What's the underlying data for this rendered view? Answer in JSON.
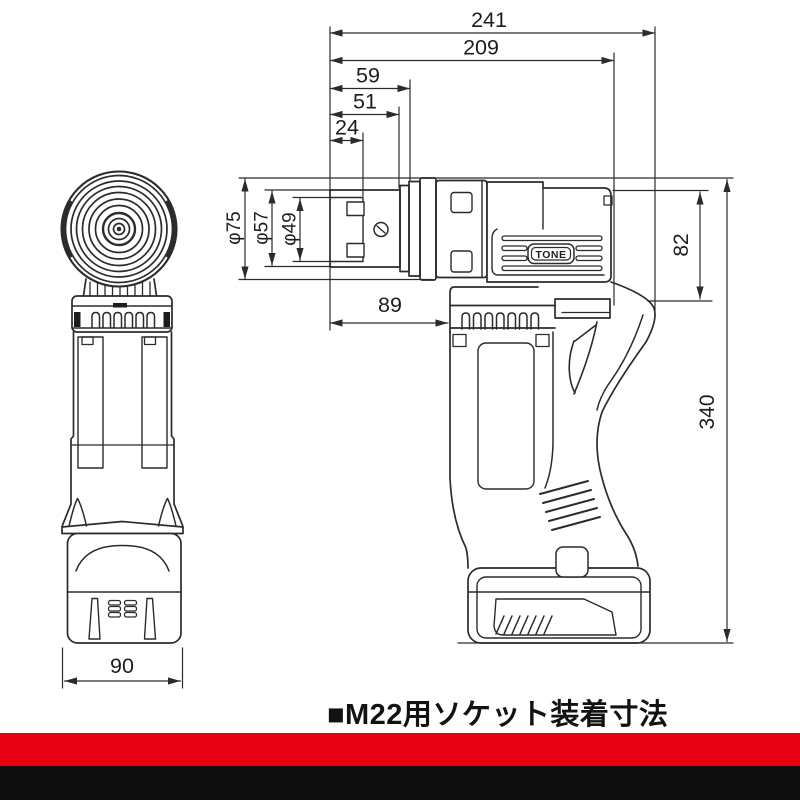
{
  "caption": {
    "bullet_text": "■M22用ソケット装着寸法"
  },
  "logo": {
    "text": "TONE"
  },
  "dims": {
    "d241": "241",
    "d209": "209",
    "d59": "59",
    "d51": "51",
    "d24": "24",
    "d89": "89",
    "d90": "90",
    "d82": "82",
    "d340": "340",
    "dia75": "φ75",
    "dia57": "φ57",
    "dia49": "φ49"
  },
  "colors": {
    "accent_red": "#e60012",
    "footer_black": "#0e0e0e",
    "drawing_line": "#2b2b2b"
  }
}
